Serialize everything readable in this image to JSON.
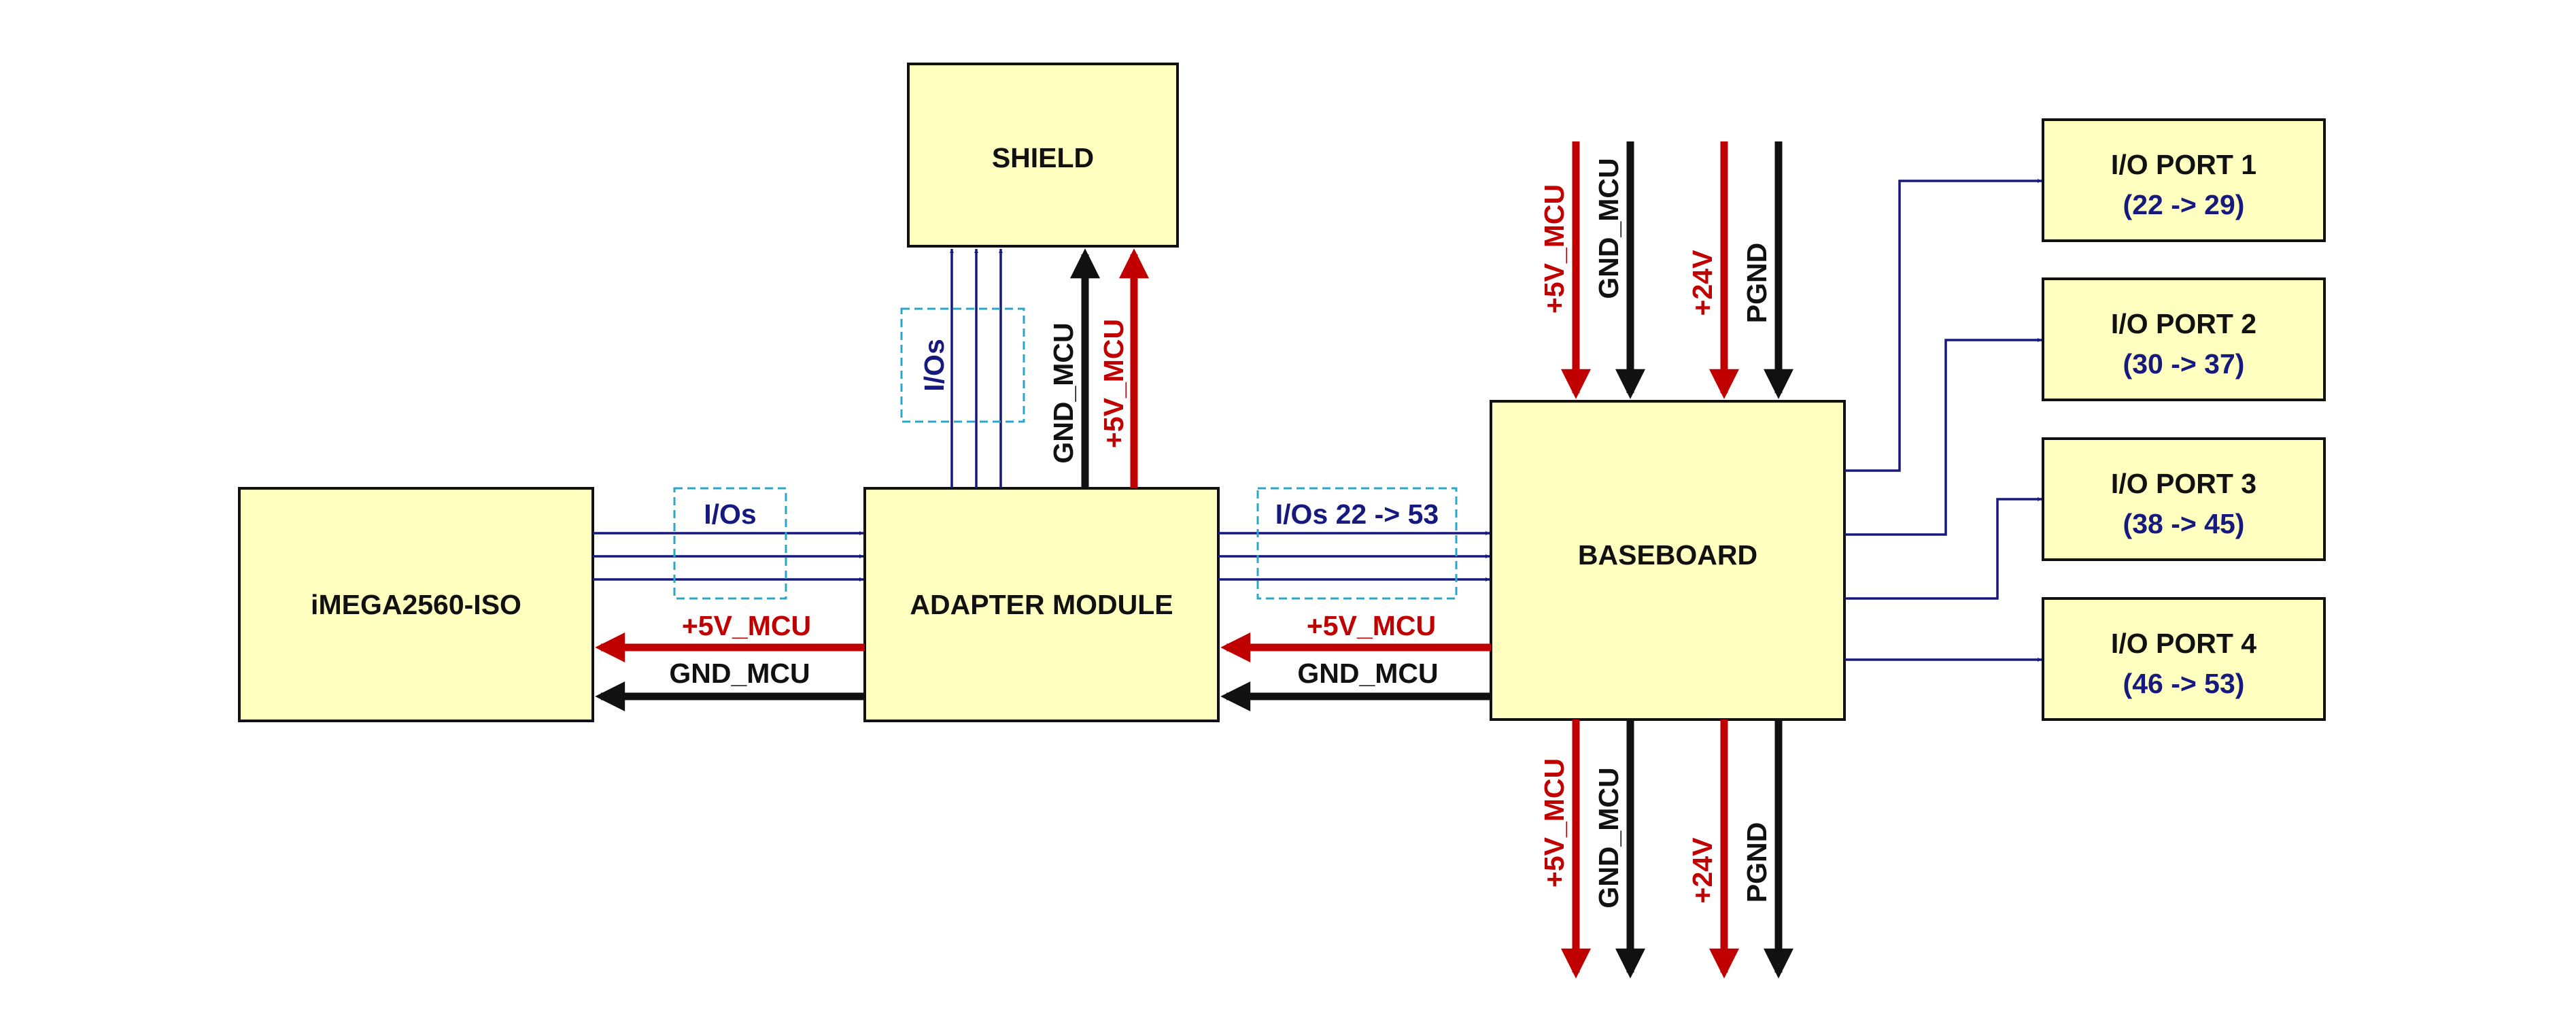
{
  "blocks": {
    "imega": "iMEGA2560-ISO",
    "adapter": "ADAPTER MODULE",
    "shield": "SHIELD",
    "baseboard": "BASEBOARD"
  },
  "ports": [
    {
      "name": "I/O PORT 1",
      "range": "(22 -> 29)"
    },
    {
      "name": "I/O PORT 2",
      "range": "(30 -> 37)"
    },
    {
      "name": "I/O PORT 3",
      "range": "(38 -> 45)"
    },
    {
      "name": "I/O PORT 4",
      "range": "(46 -> 53)"
    }
  ],
  "signals": {
    "ios": "I/Os",
    "ios_22_53": "I/Os 22 -> 53",
    "v5": "+5V_MCU",
    "gnd": "GND_MCU",
    "v24": "+24V",
    "pgnd": "PGND"
  },
  "colors": {
    "block_fill": "#ffffc0",
    "power_red": "#c00000",
    "signal_navy": "#16197e",
    "ground_black": "#111111",
    "group_box": "#2aa6c7"
  }
}
